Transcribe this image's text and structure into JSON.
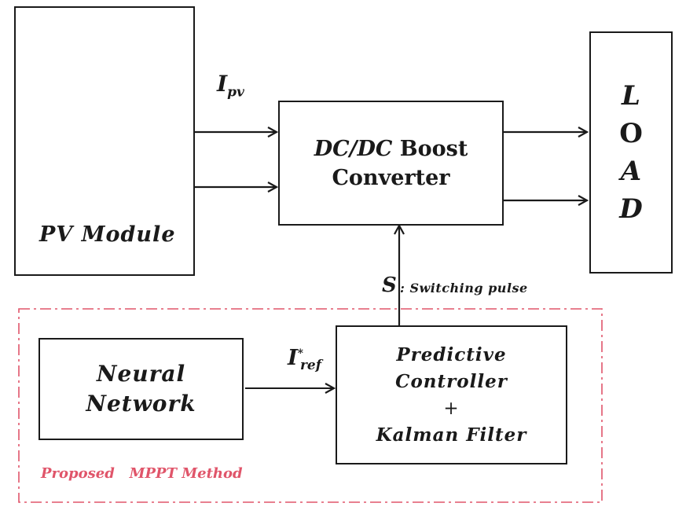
{
  "pv": {
    "label": "PV Module"
  },
  "signals": {
    "ipv_main": "I",
    "ipv_sub": "pv",
    "iref_main": "I",
    "iref_sup": "*",
    "iref_sub": "ref",
    "s_main": "S",
    "s_desc": ": Switching pulse"
  },
  "converter": {
    "line1_italic": "DC/DC",
    "line1_rest": " Boost",
    "line2": "Converter"
  },
  "load": {
    "letters": [
      "L",
      "O",
      "A",
      "D"
    ]
  },
  "neural": {
    "line1": "Neural",
    "line2": "Network"
  },
  "predictive": {
    "line1": "Predictive",
    "line2": "Controller",
    "line3": "+",
    "line4": "Kalman Filter"
  },
  "proposed": {
    "label": "Proposed   MPPT Method"
  },
  "colors": {
    "line": "#1a1a1a",
    "dash": "#e0556a",
    "panel_dark": "#141a4e",
    "panel_mid": "#2a3ea0",
    "panel_light": "#7aa6ff"
  }
}
